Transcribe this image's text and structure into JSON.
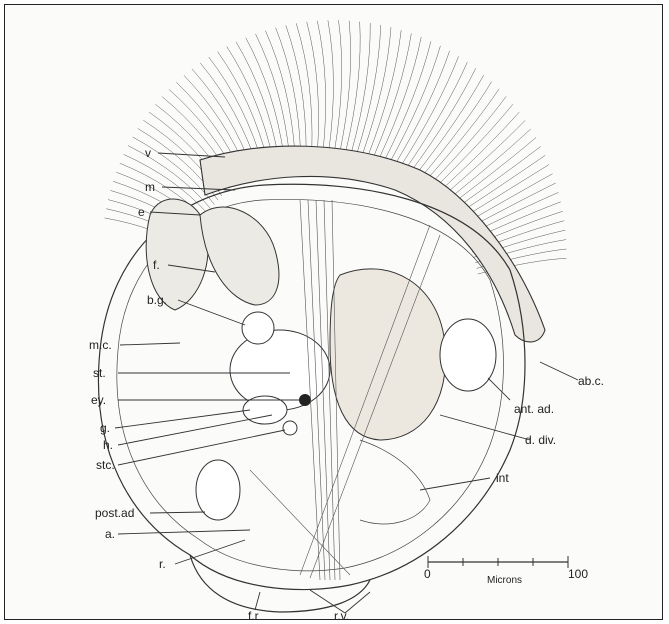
{
  "labels": {
    "v": "v",
    "m": "m",
    "e": "e",
    "f": "f.",
    "bg": "b.g.",
    "mc": "m.c.",
    "st": "st.",
    "ey": "ey.",
    "g": "g.",
    "h": "h.",
    "stc": "stc.",
    "post_ad": "post.ad",
    "a": "a.",
    "r": "r.",
    "fr": "f.r",
    "rv": "r.v.",
    "int": "int",
    "d_div": "d. div.",
    "ant_ad": "ant. ad.",
    "ab_c": "ab.c."
  },
  "scale_bar": {
    "start": "0",
    "end": "100",
    "unit": "Microns"
  }
}
